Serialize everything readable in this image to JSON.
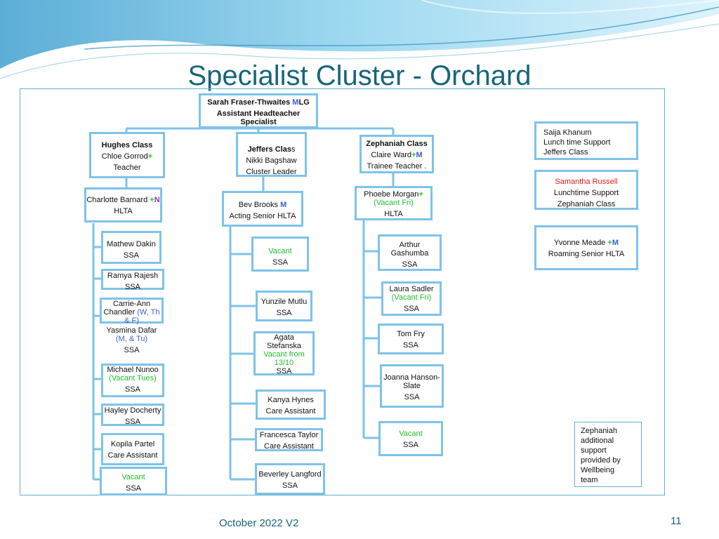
{
  "title": "Specialist Cluster - Orchard",
  "footer": "October 2022 V2",
  "page_number": "11",
  "head": {
    "name": "Sarah Fraser-Thwaites ",
    "m": "M",
    "lg": "LG",
    "role1": "Assistant Headteacher",
    "role2": "Specialist"
  },
  "hughes": {
    "class": "Hughes Class",
    "name": "Chloe Gorrod",
    "plus": "+",
    "role": "Teacher"
  },
  "jeffers": {
    "class_a": "Jeffers Clas",
    "class_b": "s",
    "name": "Nikki Bagshaw",
    "role": "Cluster Leader"
  },
  "zephaniah": {
    "class": "Zephaniah Class",
    "name": "Claire Ward",
    "plus": "+",
    "m": "M",
    "role": "Trainee Teacher ."
  },
  "charlotte": {
    "name": "Charlotte Barnard ",
    "plus": "+",
    "n": "N",
    "role": "HLTA"
  },
  "bev": {
    "name": "Bev Brooks ",
    "m": "M",
    "role": "Acting Senior HLTA"
  },
  "phoebe": {
    "name": "Phoebe Morgan",
    "plus": "+",
    "note": "(Vacant Fri)",
    "role": "HLTA"
  },
  "saija": {
    "name": "Saija Khanum",
    "role1": "Lunch time Support",
    "role2": "Jeffers Class"
  },
  "samantha": {
    "name": "Samantha Russell",
    "role1": "Lunchtime Support",
    "role2": "Zephaniah Class"
  },
  "yvonne": {
    "name": "Yvonne Meade ",
    "plus": "+",
    "m": "M",
    "role": "Roaming Senior HLTA"
  },
  "left_col": {
    "mathew": {
      "name": "Mathew Dakin",
      "role": "SSA"
    },
    "ramya": {
      "name": "Ramya Rajesh",
      "role": "SSA"
    },
    "carrie": {
      "name1": "Carrie-Ann",
      "name2": "Chandler ",
      "days1": "(W, Th",
      "days2": "& F)"
    },
    "yasmina": {
      "name": "Yasmina Dafar",
      "days": "(M, & Tu)",
      "role": "SSA"
    },
    "michael": {
      "name": "Michael Nunoo",
      "note": "(Vacant Tues)",
      "role": "SSA"
    },
    "hayley": {
      "name": "Hayley Docherty",
      "role": "SSA"
    },
    "kopila": {
      "name": "Kopila Partel",
      "role": "Care Assistant"
    },
    "vacant": {
      "name": "Vacant",
      "role": "SSA"
    }
  },
  "mid_col": {
    "vacant": {
      "name": "Vacant",
      "role": "SSA"
    },
    "yunzile": {
      "name": "Yunzile Mutlu",
      "role": "SSA"
    },
    "agata": {
      "name1": "Agata",
      "name2": "Stefanska",
      "note1": "Vacant from",
      "note2": "13/10",
      "role": "SSA"
    },
    "kanya": {
      "name": "Kanya Hynes",
      "role": "Care Assistant"
    },
    "francesca": {
      "name": "Francesca Taylor",
      "role": "Care Assistant"
    },
    "beverley": {
      "name": "Beverley Langford",
      "role": "SSA"
    }
  },
  "right_col": {
    "arthur": {
      "name1": "Arthur",
      "name2": "Gashumba",
      "role": "SSA"
    },
    "laura": {
      "name": "Laura Sadler",
      "note": "(Vacant Fri)",
      "role": "SSA"
    },
    "tom": {
      "name": "Tom Fry",
      "role": "SSA"
    },
    "joanna": {
      "name1": "Joanna Hanson-",
      "name2": "Slate",
      "role": "SSA"
    },
    "vacant": {
      "name": "Vacant",
      "role": "SSA"
    }
  },
  "note": {
    "l1": "Zephaniah",
    "l2": "additional",
    "l3": "support",
    "l4": "provided by",
    "l5": "Wellbeing",
    "l6": "team"
  },
  "colors": {
    "title": "#17657a",
    "border": "#7ec3e8",
    "green": "#1fbf2a",
    "blue": "#3a5fd4",
    "red": "#e02020"
  }
}
